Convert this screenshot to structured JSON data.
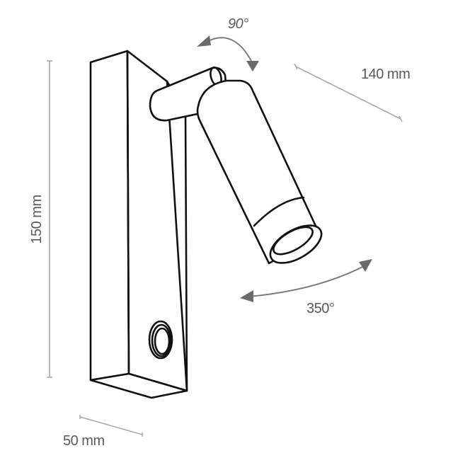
{
  "diagram": {
    "subject": "wall spotlight with switch - dimension drawing",
    "colors": {
      "outline": "#111111",
      "dimension_line": "#a8a8a8",
      "rotation_arrow": "#6b6b6b",
      "label_text": "#5a5a5a",
      "background": "#ffffff"
    },
    "dimensions": {
      "height": {
        "label": "150 mm",
        "value": 150,
        "unit": "mm"
      },
      "depth": {
        "label": "140 mm",
        "value": 140,
        "unit": "mm"
      },
      "width": {
        "label": "50 mm",
        "value": 50,
        "unit": "mm"
      }
    },
    "rotations": {
      "tilt": {
        "label": "90°",
        "value": 90
      },
      "swivel": {
        "label": "350°",
        "value": 350
      }
    },
    "parts": [
      "wall-plate",
      "arm",
      "lamp-head",
      "lens-ring",
      "switch-button"
    ]
  }
}
